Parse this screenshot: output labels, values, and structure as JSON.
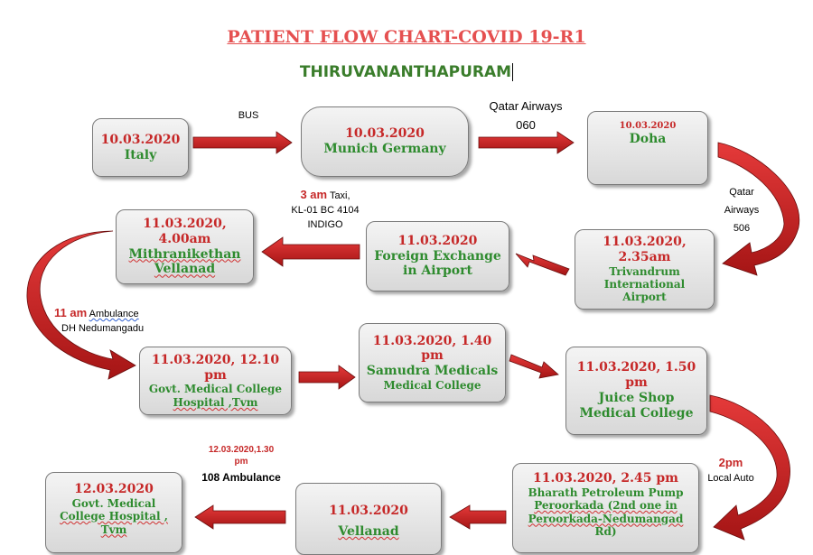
{
  "title": "PATIENT FLOW CHART-COVID 19-R1",
  "subtitle": "THIRUVANANTHAPURAM",
  "colors": {
    "date": "#c62828",
    "place": "#2e8b2e",
    "arrow": "#d42020",
    "title": "#e55050",
    "subtitle": "#3a7d2b"
  },
  "nodes": {
    "italy": {
      "date": "10.03.2020",
      "place": "Italy"
    },
    "munich": {
      "date": "10.03.2020",
      "place": "Munich Germany"
    },
    "doha": {
      "date": "10.03.2020",
      "place": "Doha"
    },
    "trivandrum": {
      "date": "11.03.2020, 2.35am",
      "place": [
        "Trivandrum",
        "International",
        "Airport"
      ]
    },
    "forex": {
      "date": "11.03.2020",
      "place": [
        "Foreign Exchange",
        "in Airport"
      ]
    },
    "mithra": {
      "date": "11.03.2020, 4.00am",
      "place": [
        "Mithranikethan",
        "Vellanad"
      ]
    },
    "gmc1": {
      "date": "11.03.2020, 12.10 pm",
      "place": [
        "Govt. Medical College",
        "Hospital ,Tvm"
      ]
    },
    "samudra": {
      "date": "11.03.2020, 1.40 pm",
      "place": [
        "Samudra Medicals",
        "Medical College"
      ]
    },
    "juice": {
      "date": "11.03.2020, 1.50 pm",
      "place": [
        "Juice Shop",
        "Medical College"
      ]
    },
    "bharath": {
      "date": "11.03.2020, 2.45 pm",
      "place": [
        "Bharath Petroleum Pump",
        "Peroorkada (2nd one in",
        "Peroorkada-Nedumangad",
        "Rd)"
      ]
    },
    "vellanad": {
      "date": "11.03.2020",
      "place": "Vellanad"
    },
    "gmc2": {
      "date": "12.03.2020",
      "place": [
        "Govt. Medical",
        "College Hospital ,",
        "Tvm"
      ]
    }
  },
  "labels": {
    "bus": "BUS",
    "qatar1": [
      "Qatar Airways",
      "060"
    ],
    "qatar2": [
      "Qatar",
      "Airways",
      "506"
    ],
    "taxi": {
      "time": "3 am",
      "line1": "Taxi,",
      "line2": "KL-01 BC 4104",
      "line3": "INDIGO"
    },
    "amb1": {
      "time": "11 am",
      "line1": "Ambulance",
      "line2": "DH Nedumangadu"
    },
    "auto": {
      "time": "2pm",
      "line1": "Local Auto"
    },
    "amb108": {
      "time": "12.03.2020,1.30",
      "line1": "pm",
      "line2": "108 Ambulance"
    }
  }
}
